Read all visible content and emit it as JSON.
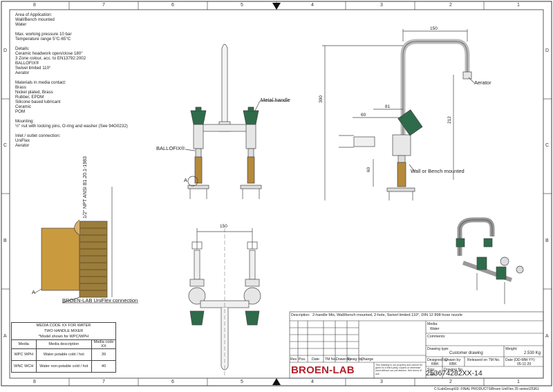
{
  "columns": [
    "8",
    "7",
    "6",
    "5",
    "4",
    "3",
    "2",
    "1"
  ],
  "rows": [
    "D",
    "C",
    "B",
    "A"
  ],
  "spec": {
    "lines": [
      "Area of Application:",
      "Wall/Bench mounted",
      "Water",
      "",
      "Max. working pressure 10 bar",
      "Temperature range 5°C-65°C",
      "",
      "Details:",
      "Ceramic headwork open/close 180°",
      "3 Zone colour, acc. to EN13792:2002",
      "BALLOFIX®",
      "Swivel limited 110°",
      "Aerator",
      "",
      "Materials in media contact:",
      "Brass",
      "Nickel plated, Brass",
      "Rubber, EPDM",
      "Silicone based lubricant",
      "Ceramic",
      "POM",
      "",
      "Mounting:",
      "½\" nut with locking pins, O-ring and washer (See 94G0232)",
      "",
      "Inlet / outlet connection:",
      "UniFlex",
      "Aerator"
    ]
  },
  "labels": {
    "metal_handle": "Metal handle",
    "ballofix": "BALLOFIX®",
    "a_front": "A",
    "aerator": "Aerator",
    "wall_bench": "Wall or Bench mounted",
    "npt": "1/2\" NPT ANSI B1.20.1-1983",
    "a_detail": "A",
    "uniflex_conn": "BROEN-LAB UniFlex connection"
  },
  "dims": {
    "d150_side": "150",
    "d300": "300",
    "d212": "212",
    "d81": "81",
    "d60_h": "60",
    "d60_v": "60",
    "d150_top": "150"
  },
  "media_table": {
    "title1": "MEDIA CODE XX FOR WATER",
    "title2": "TWO HANDLE MIXER",
    "title3": "*Model shown for WPC/WPH",
    "headers": [
      "Media",
      "Media description",
      "Media code XX"
    ],
    "rows": [
      {
        "media": "WPC WPH",
        "desc": "Water potable cold / hot",
        "code": "39"
      },
      {
        "media": "WNC WCH",
        "desc": "Water non-potable cold / hot",
        "code": "40"
      }
    ]
  },
  "title_block": {
    "description_label": "Description:",
    "description": "2-handle Mix, Wall/bench mounted, 2-hole, Swivel limited 110°, DIN 12 898 hose nozzle",
    "media_label": "Media:",
    "media": "Water",
    "comments_label": "Comments:",
    "drawing_type_label": "Drawing type:",
    "drawing_type": "Customer drawing",
    "weight_label": "Weight:",
    "weight": "2.530 Kg",
    "designed_by_label": "Designed by:",
    "designed_by": "RBK",
    "drawn_by_label": "Drawn by:",
    "drawn_by": "RBK",
    "released_label": "Released on TM No.",
    "date_label": "Date (DD-MM-YY):",
    "date": "05-11-20",
    "size_label": "Size:",
    "size": "A3",
    "drawing_no_label": "Drawing No.",
    "rev_headers": [
      "Rev",
      "Pos.",
      "Date",
      "TM No.",
      "Drawn by:",
      "Desig. by:",
      "Change"
    ],
    "legal": "This drawing is our property and cannot be given to a third party, copied or otherwise used without our permission. See terms of use.",
    "logo": "BROEN-LAB",
    "doc_number": "253674282XX-14"
  },
  "file_path": "C:\\LabGroup\\03. FINAL PRODUCTS\\Broen UniFlex 25 series\\25361"
}
